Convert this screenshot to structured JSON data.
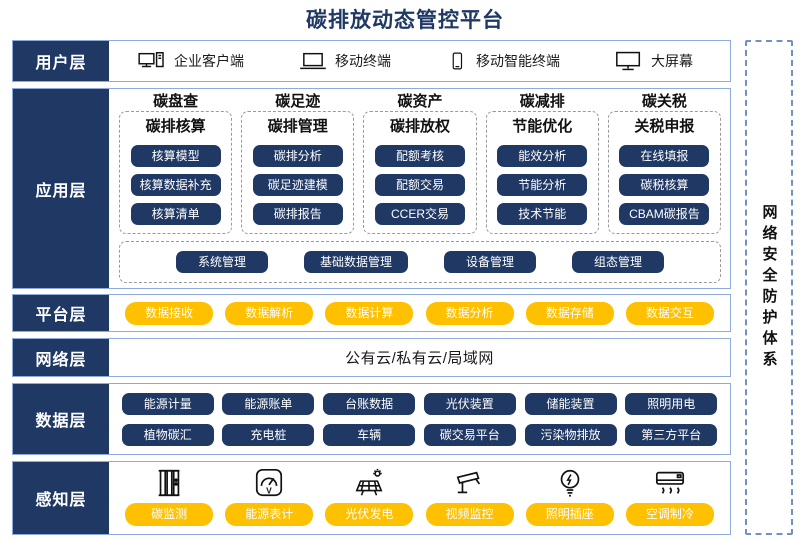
{
  "title": "碳排放动态管控平台",
  "colors": {
    "navy": "#1F3864",
    "yellow": "#FFC000",
    "border_blue": "#8FAADC",
    "sidebar_dash": "#7090C8"
  },
  "user_layer": {
    "label": "用户层",
    "items": [
      {
        "icon": "desktop-pc-icon",
        "label": "企业客户端"
      },
      {
        "icon": "laptop-icon",
        "label": "移动终端"
      },
      {
        "icon": "smartphone-icon",
        "label": "移动智能终端"
      },
      {
        "icon": "big-screen-icon",
        "label": "大屏幕"
      }
    ]
  },
  "app_layer": {
    "label": "应用层",
    "columns": [
      {
        "header": "碳盘查",
        "subtitle": "碳排核算",
        "buttons": [
          "核算模型",
          "核算数据补充",
          "核算清单"
        ]
      },
      {
        "header": "碳足迹",
        "subtitle": "碳排管理",
        "buttons": [
          "碳排分析",
          "碳足迹建模",
          "碳排报告"
        ]
      },
      {
        "header": "碳资产",
        "subtitle": "碳排放权",
        "buttons": [
          "配额考核",
          "配额交易",
          "CCER交易"
        ]
      },
      {
        "header": "碳减排",
        "subtitle": "节能优化",
        "buttons": [
          "能效分析",
          "节能分析",
          "技术节能"
        ]
      },
      {
        "header": "碳关税",
        "subtitle": "关税申报",
        "buttons": [
          "在线填报",
          "碳税核算",
          "CBAM碳报告"
        ]
      }
    ],
    "common_buttons": [
      "系统管理",
      "基础数据管理",
      "设备管理",
      "组态管理"
    ]
  },
  "platform_layer": {
    "label": "平台层",
    "buttons": [
      "数据接收",
      "数据解析",
      "数据计算",
      "数据分析",
      "数据存储",
      "数据交互"
    ]
  },
  "network_layer": {
    "label": "网络层",
    "text": "公有云/私有云/局域网"
  },
  "data_layer": {
    "label": "数据层",
    "row1": [
      "能源计量",
      "能源账单",
      "台账数据",
      "光伏装置",
      "储能装置",
      "照明用电"
    ],
    "row2": [
      "植物碳汇",
      "充电桩",
      "车辆",
      "碳交易平台",
      "污染物排放",
      "第三方平台"
    ]
  },
  "perception_layer": {
    "label": "感知层",
    "items": [
      {
        "icon": "carbon-monitor-icon",
        "label": "碳监测"
      },
      {
        "icon": "energy-meter-icon",
        "label": "能源表计"
      },
      {
        "icon": "solar-panel-icon",
        "label": "光伏发电"
      },
      {
        "icon": "cctv-camera-icon",
        "label": "视频监控"
      },
      {
        "icon": "light-bulb-icon",
        "label": "照明插座"
      },
      {
        "icon": "air-conditioner-icon",
        "label": "空调制冷"
      }
    ]
  },
  "security": {
    "text": "网络安全防护体系"
  }
}
